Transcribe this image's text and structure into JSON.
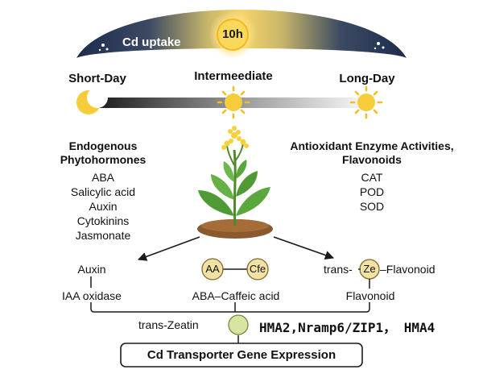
{
  "banner": {
    "label": "Cd uptake",
    "marker": "10h",
    "colors": {
      "night": "#1f2d50",
      "mid": "#8a8f8a",
      "day": "#f5c445"
    }
  },
  "photoperiod": {
    "short_day": "Short-Day",
    "intermediate": "Intermeediate",
    "long_day": "Long-Day",
    "icons": [
      "crescent-moon-icon",
      "sun-icon",
      "sun-icon"
    ]
  },
  "left_panel": {
    "title_line1": "Endogenous",
    "title_line2": "Phytohormones",
    "items": [
      "ABA",
      "Salicylic acid",
      "Auxin",
      "Cytokinins",
      "Jasmonate"
    ]
  },
  "right_panel": {
    "title_line1": "Antioxidant Enzyme Activities,",
    "title_line2": "Flavonoids",
    "items": [
      "CAT",
      "POD",
      "SOD"
    ]
  },
  "plant_icon": "flowering-plant-icon",
  "pathways": {
    "left_top": "Auxin",
    "left_bottom": "IAA oxidase",
    "mid_circle_a": "AA",
    "mid_circle_b": "Cfe",
    "mid_bottom": "ABA–Caffeic acid",
    "right_prefix": "trans-",
    "right_circle": "Ze",
    "right_suffix": "–Flavonoid",
    "right_bottom": "Flavonoid"
  },
  "bottom": {
    "zeatin": "trans-Zeatin",
    "genes": "HMA2,Nramp6/ZIP1， HMA4",
    "box_label": "Cd Transporter Gene Expression"
  },
  "colors": {
    "circle_fill": "#f2e2a4",
    "circle_stroke": "#7c6a30",
    "sun": "#f7cc3a",
    "green_dot": "#d6e6a2"
  }
}
